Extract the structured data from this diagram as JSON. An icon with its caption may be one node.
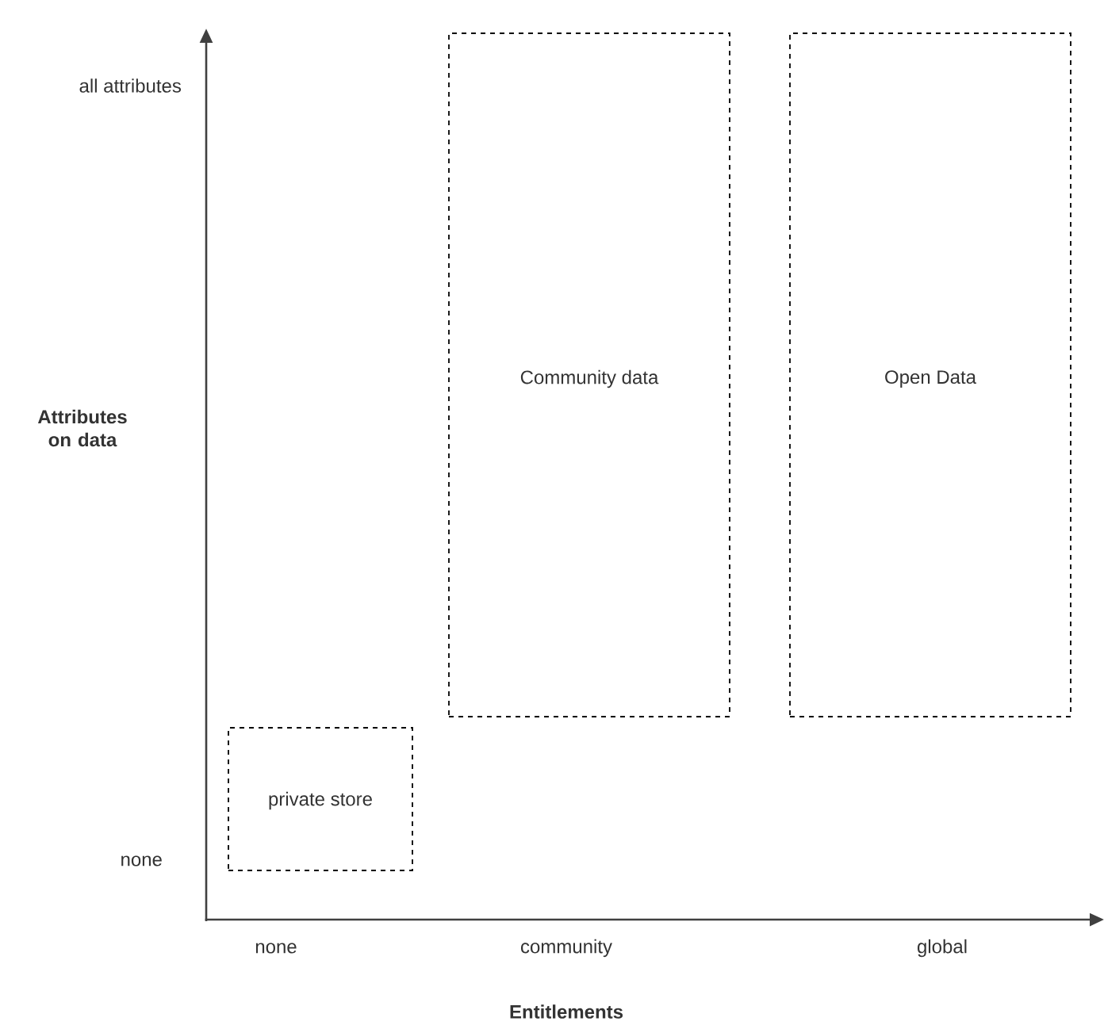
{
  "diagram": {
    "nodes": [
      {
        "text": [
          "Community data"
        ]
      },
      {
        "text": [
          "Open Data"
        ]
      },
      {
        "text": [
          "private store"
        ]
      }
    ],
    "labels": [
      "all attributes",
      "Attributes on data",
      "none",
      "none",
      "community",
      "global",
      "Entitlements"
    ]
  }
}
